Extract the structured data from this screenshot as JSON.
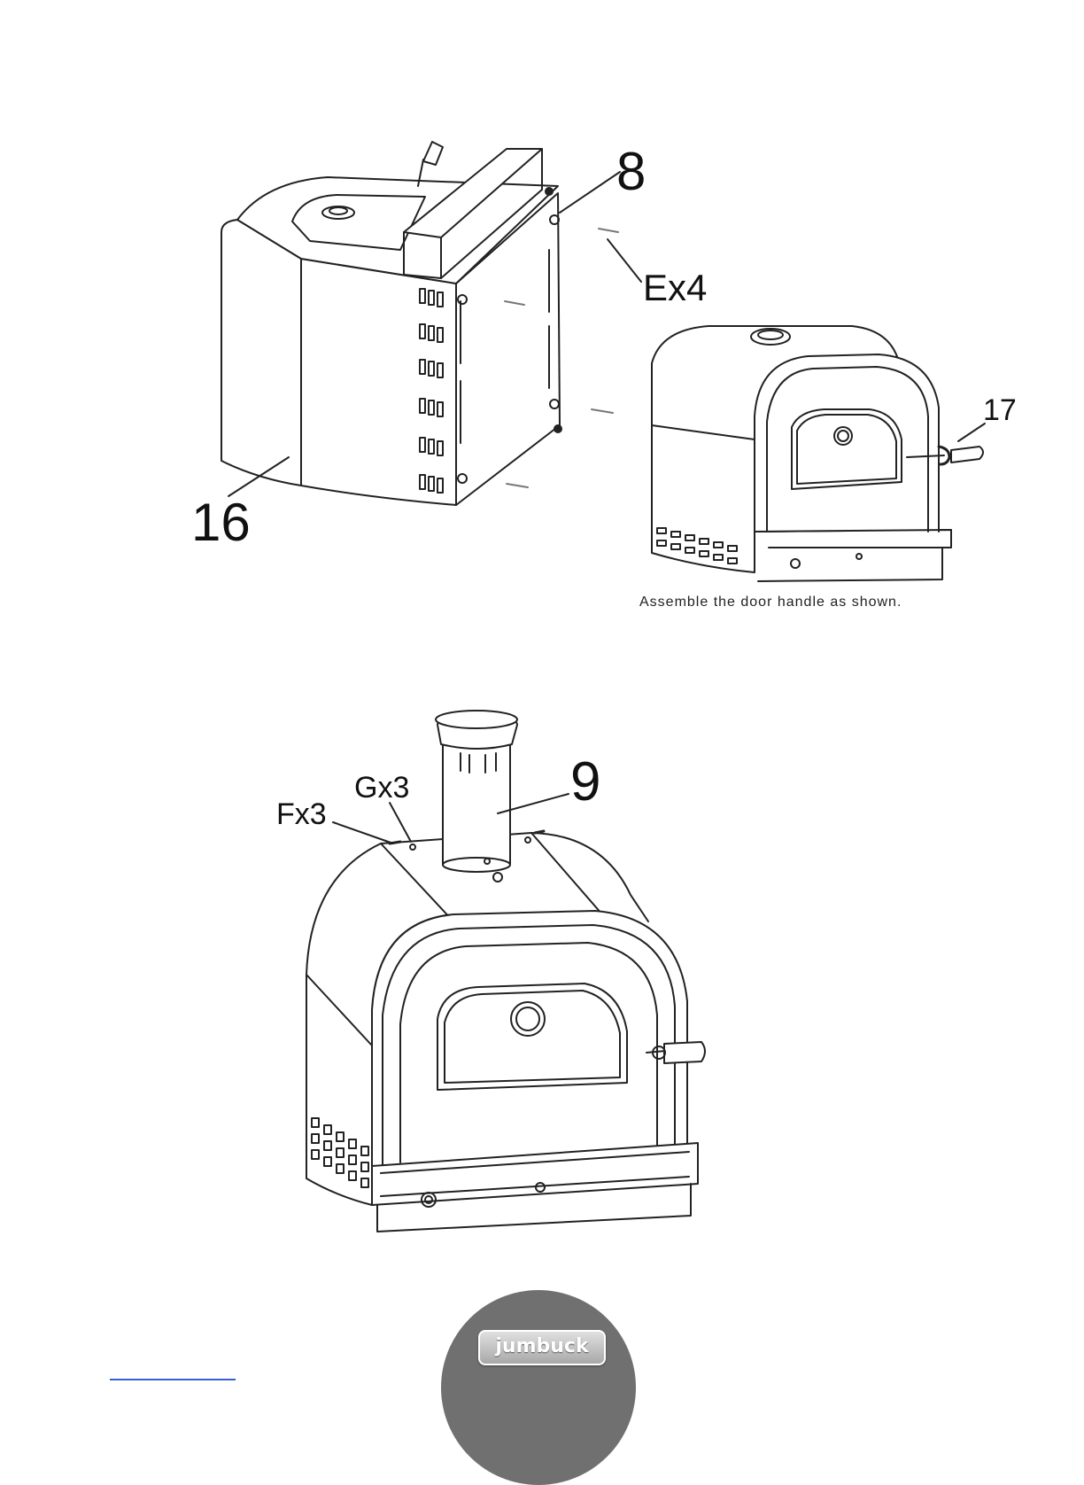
{
  "top_figure": {
    "label_body": "16",
    "label_chimney_bracket": "8",
    "label_screws": "Ex4",
    "label_handle": "17",
    "caption": "Assemble the door handle as shown."
  },
  "bottom_figure": {
    "label_chimney": "9",
    "label_g_screws": "Gx3",
    "label_f_screws": "Fx3"
  },
  "footer": {
    "logo_text": "jumbuck"
  },
  "colors": {
    "line": "#111111",
    "badge": "#707070",
    "link": "#3b5bd8"
  }
}
